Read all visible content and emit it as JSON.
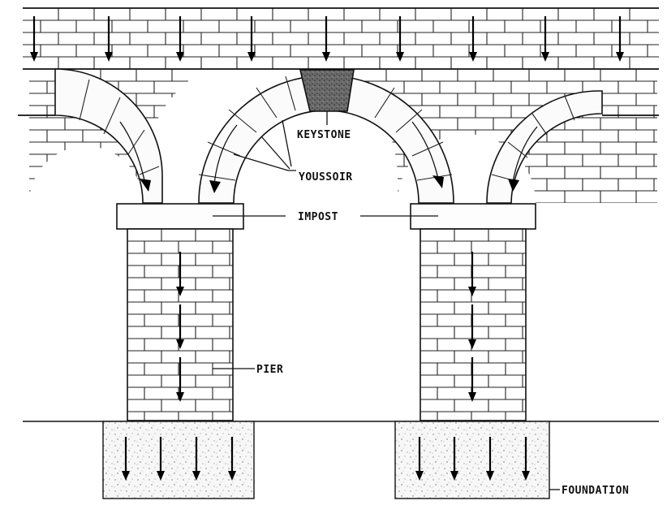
{
  "labels": {
    "keystone": "KEYSTONE",
    "voussoir": "YOUSSOIR",
    "impost": "IMPOST",
    "pier": "PIER",
    "foundation": "FOUNDATION"
  },
  "colors": {
    "line": "#111111",
    "keystone_fill": "#555555",
    "foundation_fill": "#f6f6f6",
    "stone_fill": "#fbfbfb"
  }
}
